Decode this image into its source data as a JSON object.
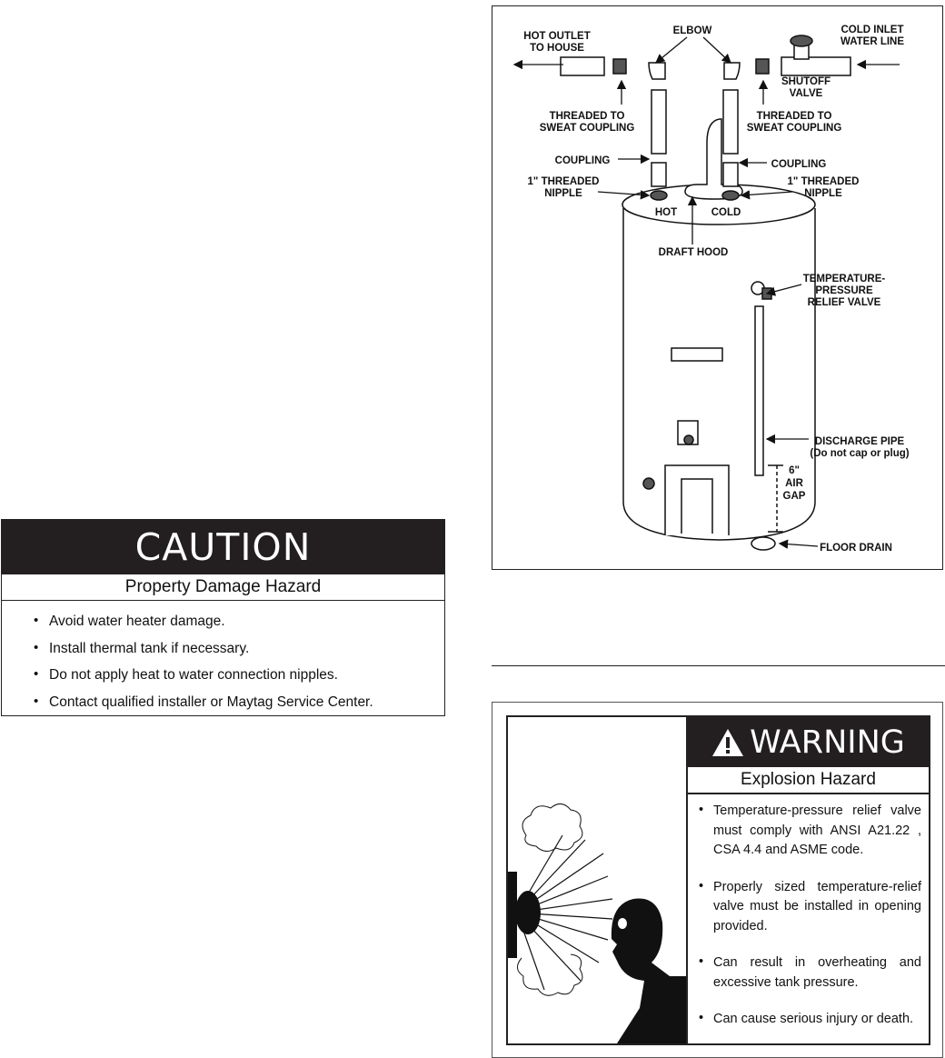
{
  "caution": {
    "title": "CAUTION",
    "subtitle": "Property Damage Hazard",
    "items": [
      "Avoid water heater damage.",
      "Install thermal tank if necessary.",
      "Do not apply heat to water connection nipples.",
      "Contact qualified installer or Maytag Service Center."
    ]
  },
  "figure": {
    "labels": {
      "hot_outlet_1": "HOT OUTLET",
      "hot_outlet_2": "TO HOUSE",
      "elbow": "ELBOW",
      "cold_inlet_1": "COLD INLET",
      "cold_inlet_2": "WATER LINE",
      "shutoff_1": "SHUTOFF",
      "shutoff_2": "VALVE",
      "threaded_left_1": "THREADED TO",
      "threaded_left_2": "SWEAT COUPLING",
      "threaded_right_1": "THREADED TO",
      "threaded_right_2": "SWEAT COUPLING",
      "coupling_left": "COUPLING",
      "coupling_right": "COUPLING",
      "nipple_left_1": "1\" THREADED",
      "nipple_left_2": "NIPPLE",
      "nipple_right_1": "1\" THREADED",
      "nipple_right_2": "NIPPLE",
      "hot": "HOT",
      "cold": "COLD",
      "draft_hood": "DRAFT HOOD",
      "tp_valve_1": "TEMPERATURE-",
      "tp_valve_2": "PRESSURE",
      "tp_valve_3": "RELIEF VALVE",
      "discharge_1": "DISCHARGE PIPE",
      "discharge_2": "(Do not cap or plug)",
      "air_gap_1": "6\"",
      "air_gap_2": "AIR",
      "air_gap_3": "GAP",
      "floor_drain": "FLOOR DRAIN"
    }
  },
  "warning": {
    "title": "WARNING",
    "subtitle": "Explosion Hazard",
    "items": [
      "Temperature-pressure relief valve must comply with ANSI A21.22 , CSA 4.4 and ASME code.",
      "Properly sized temperature-relief valve must be installed in opening provided.",
      "Can result in overheating and excessive tank pressure.",
      "Can cause serious injury or death."
    ]
  },
  "colors": {
    "dark_banner": "#231f20"
  }
}
